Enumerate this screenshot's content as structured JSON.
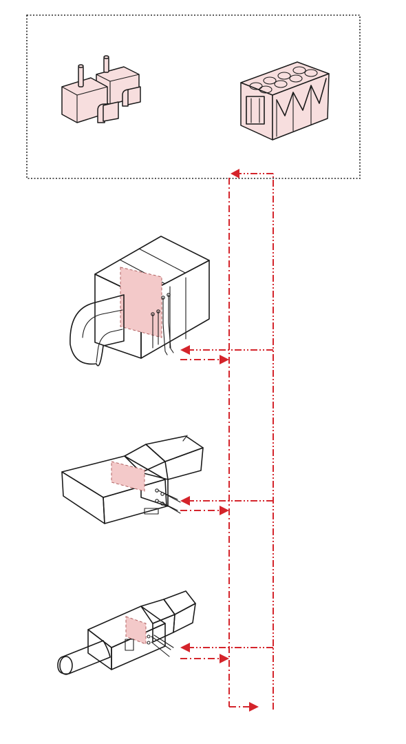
{
  "colors": {
    "line": "#d4242b",
    "unit_fill": "#f7dede",
    "coil_fill": "#f3c9c9",
    "frame": "#222222",
    "sketch": "#1a1a1a"
  },
  "plant": {
    "frame_style": "dotted",
    "equipment": [
      "chilled-water-pumps",
      "air-cooled-chiller"
    ]
  },
  "terminals": [
    "air-handling-unit",
    "inline-duct-coil",
    "duct-coil-with-round-inlet"
  ],
  "piping": {
    "supply_style": "dash-dot",
    "return_style": "dash-double-dot",
    "arrow_style": "filled-triangle"
  }
}
